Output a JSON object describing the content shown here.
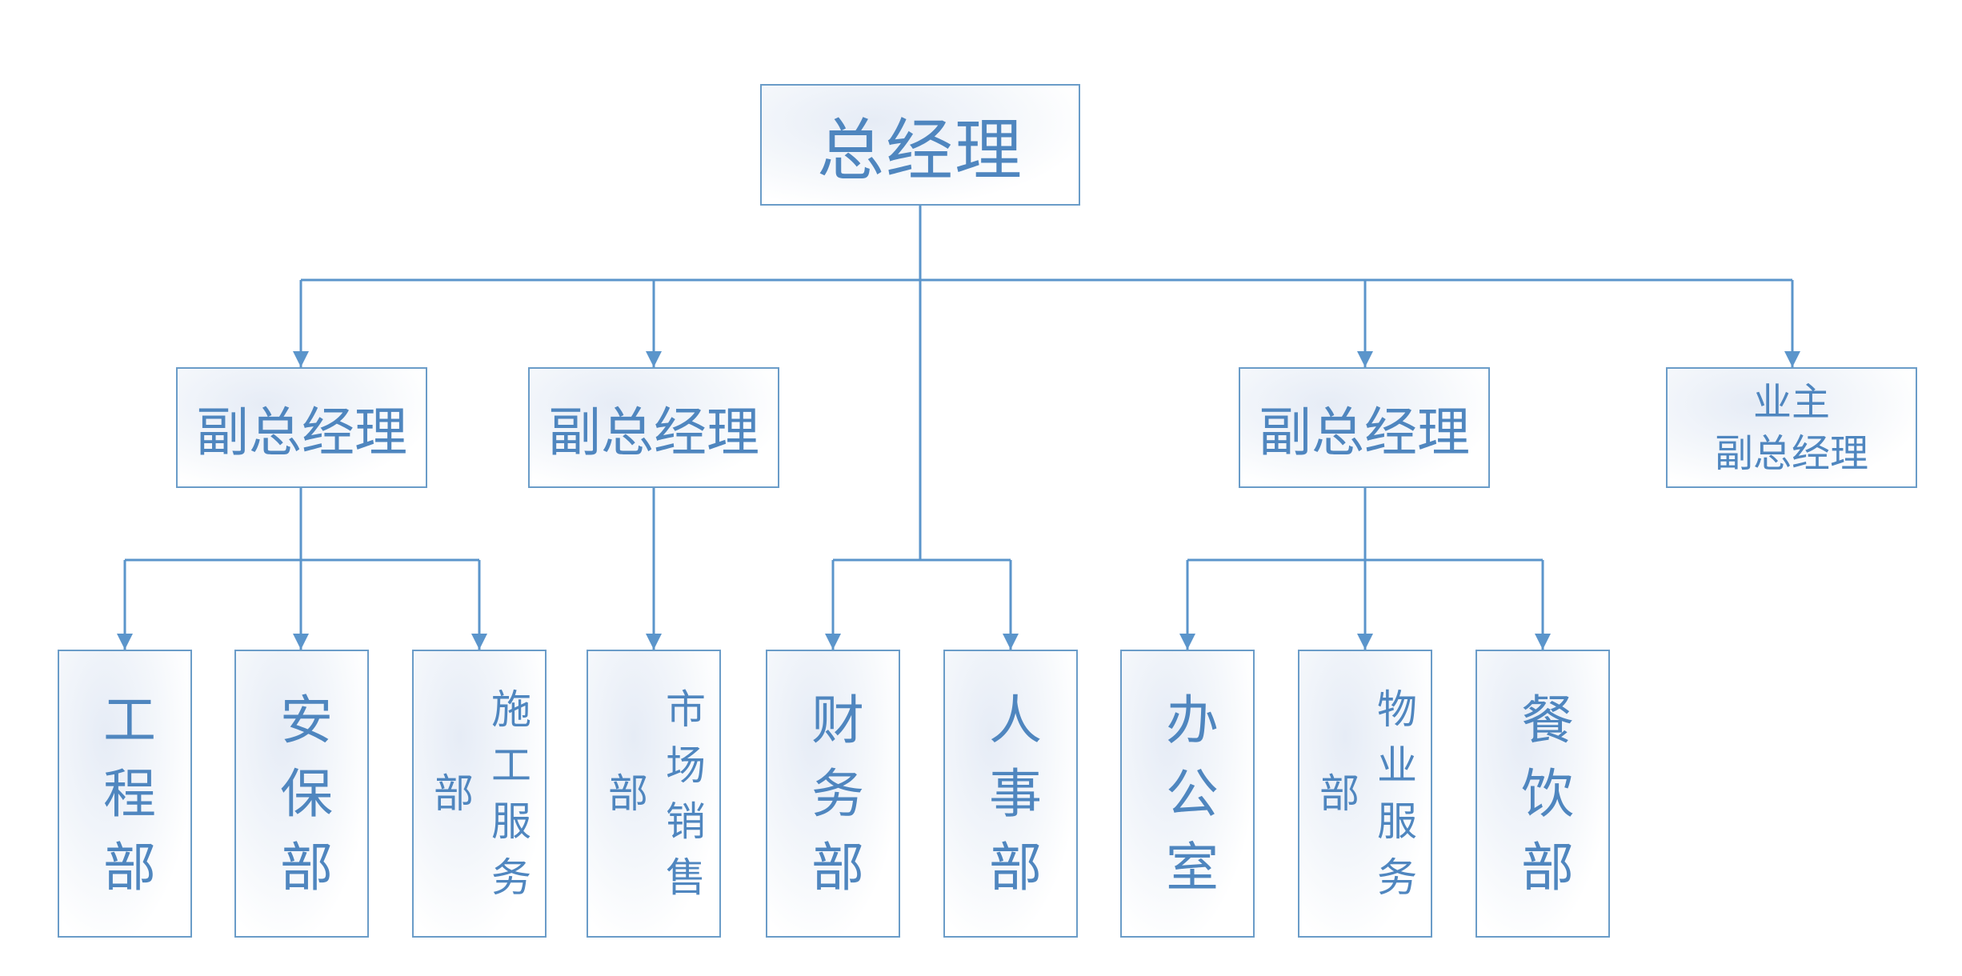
{
  "colors": {
    "line": "#5b95cb",
    "border": "#6a9cc8",
    "text": "#4f86bf"
  },
  "general_manager": "总经理",
  "vice_managers": [
    "副总经理",
    "副总经理",
    "副总经理"
  ],
  "owner_vice_manager": {
    "line1": "业主",
    "line2": "副总经理"
  },
  "departments": [
    "工程部",
    "安保部",
    "施工服务部",
    "市场销售部",
    "财务部",
    "人事部",
    "办公室",
    "物业服务部",
    "餐饮部"
  ]
}
